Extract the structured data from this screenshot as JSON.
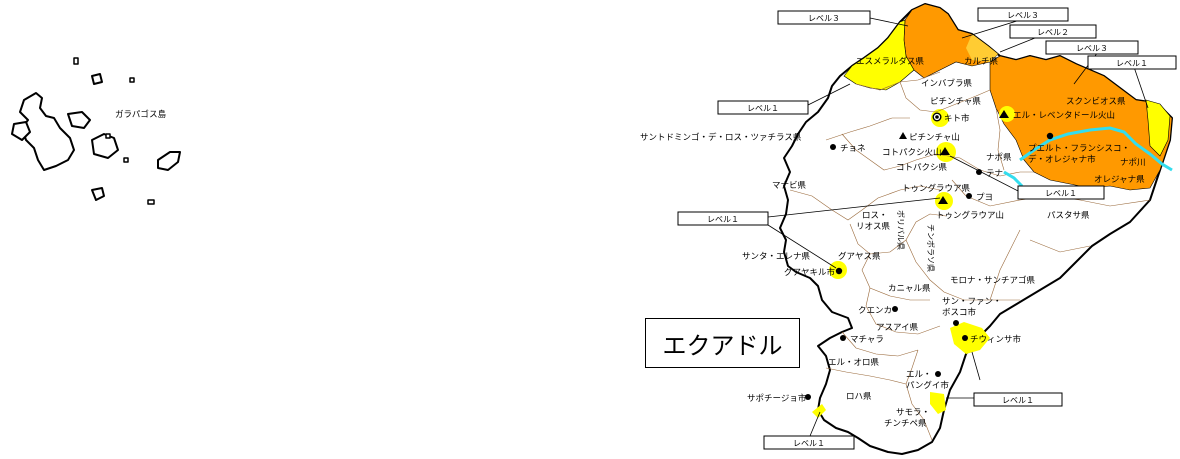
{
  "title": "エクアドル",
  "colors": {
    "level1": "#ffff00",
    "level2": "#ffcc33",
    "level3": "#ff9900",
    "river": "#33ddee",
    "border": "#000000",
    "province_line": "#9a6a3c"
  },
  "icons": {
    "city": "filled-circle",
    "capital": "ringed-circle",
    "volcano": "triangle"
  },
  "islands": {
    "galapagos": "ガラパゴス島"
  },
  "provinces": {
    "esmeraldas": "エスメラルダス県",
    "carchi": "カルチ県",
    "imbabura": "インバブラ県",
    "pichincha": "ピチンチャ県",
    "sucumbios": "スクンビオス県",
    "santo_domingo": "サントドミンゴ・デ・ロス・ツァチラス県",
    "cotopaxi": "コトパクシ県",
    "napo": "ナポ県",
    "manabi": "マナビ県",
    "tungurahua": "トゥングラウア県",
    "pastaza": "パスタサ県",
    "los_rios": "ロス・\nリオス県",
    "bolivar": "ボリバル県",
    "chimborazo": "チンボラソ県",
    "santa_elena": "サンタ・エレナ県",
    "guayas": "グアヤス県",
    "morona": "モロナ・サンチアゴ県",
    "canar": "カニャル県",
    "azuay": "アスアイ県",
    "el_oro": "エル・オロ県",
    "loja": "ロハ県",
    "zamora": "サモラ・\nチンチペ県",
    "orellana": "オレジャナ県"
  },
  "places": {
    "quito": "キト市",
    "chone": "チョネ",
    "tena": "テナ",
    "puyo": "プヨ",
    "guayaquil": "グアヤキル市",
    "cuenca": "クエンカ",
    "machala": "マチャラ",
    "zapotillo": "サポチージョ市",
    "san_juan": "サン・ファン・\nボスコ市",
    "chiguinda": "チウィンサ市",
    "el_pangui": "エル・\nパングイ市",
    "francisco": "プエルト・フランシスコ・\nデ・オレジャナ市"
  },
  "volcanoes": {
    "reventador": "エル・レベンタドール火山",
    "pichincha": "ピチンチャ山",
    "cotopaxi": "コトパクシ火山",
    "tungurahua": "トゥングラウア山"
  },
  "rivers": {
    "napo": "ナポ川"
  },
  "callouts": [
    {
      "id": "c1",
      "label": "レベル３"
    },
    {
      "id": "c2",
      "label": "レベル３"
    },
    {
      "id": "c3",
      "label": "レベル２"
    },
    {
      "id": "c4",
      "label": "レベル３"
    },
    {
      "id": "c5",
      "label": "レベル１"
    },
    {
      "id": "c6",
      "label": "レベル１"
    },
    {
      "id": "c7",
      "label": "レベル１"
    },
    {
      "id": "c8",
      "label": "レベル１"
    },
    {
      "id": "c9",
      "label": "レベル１"
    },
    {
      "id": "c10",
      "label": "レベル１"
    }
  ]
}
